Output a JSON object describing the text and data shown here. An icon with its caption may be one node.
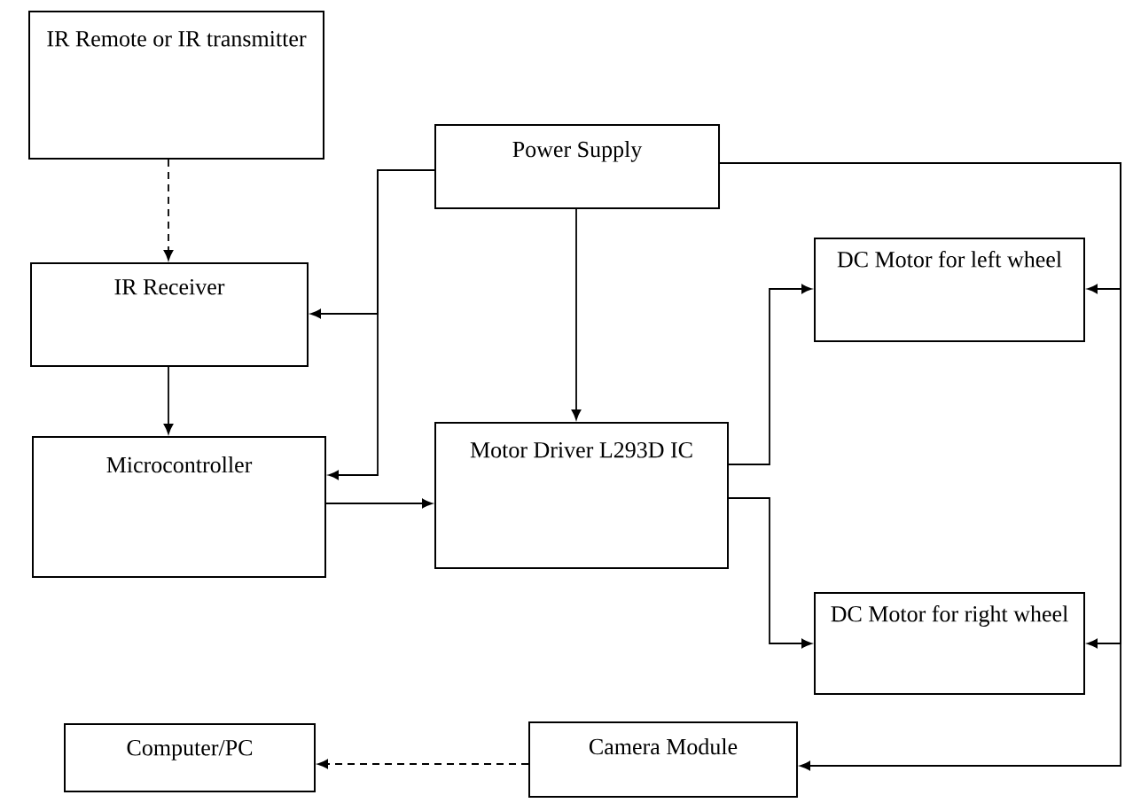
{
  "diagram": {
    "nodes": [
      {
        "text": [
          "IR Remote or IR transmitter"
        ]
      },
      {
        "text": [
          "Power Supply"
        ]
      },
      {
        "text": [
          "IR Receiver"
        ]
      },
      {
        "text": [
          "Microcontroller"
        ]
      },
      {
        "text": [
          "Motor Driver L293D IC"
        ]
      },
      {
        "text": [
          "DC Motor for left wheel"
        ]
      },
      {
        "text": [
          "DC Motor for right wheel"
        ]
      },
      {
        "text": [
          "Computer/PC"
        ]
      },
      {
        "text": [
          "Camera Module"
        ]
      }
    ],
    "edges": [
      {
        "from": 0,
        "to": 2,
        "arrow": "to",
        "style": "dashed"
      },
      {
        "from": 1,
        "to": 2,
        "arrow": "to"
      },
      {
        "from": 1,
        "to": 3,
        "arrow": "to"
      },
      {
        "from": 2,
        "to": 3,
        "arrow": "to"
      },
      {
        "from": 3,
        "to": 4,
        "arrow": "to"
      },
      {
        "from": 1,
        "to": 4,
        "arrow": "to"
      },
      {
        "from": 4,
        "to": 5,
        "arrow": "to"
      },
      {
        "from": 4,
        "to": 6,
        "arrow": "to"
      },
      {
        "from": 1,
        "to": 5,
        "arrow": "to"
      },
      {
        "from": 1,
        "to": 6,
        "arrow": "to"
      },
      {
        "from": 1,
        "to": 8,
        "arrow": "to"
      },
      {
        "from": 8,
        "to": 7,
        "arrow": "to",
        "style": "dashed"
      }
    ]
  }
}
